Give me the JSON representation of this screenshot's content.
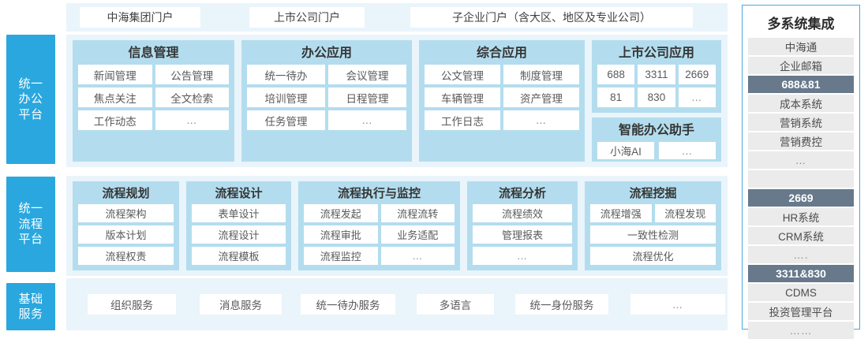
{
  "theme": {
    "accent_blue": "#2aa7de",
    "card_blue": "#b3ddee",
    "strip_blue": "#eaf4fb",
    "highlight_slate": "#67798b",
    "tile_white": "#ffffff",
    "row_gray": "#ebebeb"
  },
  "bands": {
    "office": {
      "label": "统一\n办公\n平台",
      "label_lines": [
        "统一",
        "办公",
        "平台"
      ],
      "portals": [
        "中海集团门户",
        "上市公司门户",
        "子企业门户（含大区、地区及专业公司）"
      ],
      "cards": [
        {
          "title": "信息管理",
          "tiles": [
            "新闻管理",
            "公告管理",
            "焦点关注",
            "全文检索",
            "工作动态",
            "…"
          ]
        },
        {
          "title": "办公应用",
          "tiles": [
            "统一待办",
            "会议管理",
            "培训管理",
            "日程管理",
            "任务管理",
            "…"
          ]
        },
        {
          "title": "综合应用",
          "tiles": [
            "公文管理",
            "制度管理",
            "车辆管理",
            "资产管理",
            "工作日志",
            "…"
          ]
        },
        {
          "title": "上市公司应用",
          "tiles": [
            "688",
            "3311",
            "2669",
            "81",
            "830",
            "…"
          ]
        },
        {
          "title": "智能办公助手",
          "tiles": [
            "小海AI",
            "…"
          ]
        }
      ]
    },
    "flow": {
      "label_lines": [
        "统一",
        "流程",
        "平台"
      ],
      "cards": [
        {
          "title": "流程规划",
          "tiles": [
            "流程架构",
            "版本计划",
            "流程权责"
          ]
        },
        {
          "title": "流程设计",
          "tiles": [
            "表单设计",
            "流程设计",
            "流程模板"
          ]
        },
        {
          "title": "流程执行与监控",
          "tiles": [
            "流程发起",
            "流程流转",
            "流程审批",
            "业务适配",
            "流程监控",
            "…"
          ]
        },
        {
          "title": "流程分析",
          "tiles": [
            "流程绩效",
            "管理报表",
            "…"
          ]
        },
        {
          "title": "流程挖掘",
          "tiles": [
            "流程增强",
            "流程发现",
            "一致性检测",
            "流程优化"
          ]
        }
      ]
    },
    "base": {
      "label_lines": [
        "基础",
        "服务"
      ],
      "services": [
        "组织服务",
        "消息服务",
        "统一待办服务",
        "多语言",
        "统一身份服务",
        "…"
      ]
    }
  },
  "integration": {
    "title": "多系统集成",
    "rows": [
      {
        "text": "中海通",
        "highlight": false
      },
      {
        "text": "企业邮箱",
        "highlight": false
      },
      {
        "text": "688&81",
        "highlight": true
      },
      {
        "text": "成本系统",
        "highlight": false
      },
      {
        "text": "营销系统",
        "highlight": false
      },
      {
        "text": "营销费控",
        "highlight": false
      },
      {
        "text": "…",
        "highlight": false
      },
      {
        "text": "",
        "highlight": false
      },
      {
        "text": "2669",
        "highlight": true
      },
      {
        "text": "HR系统",
        "highlight": false
      },
      {
        "text": "CRM系统",
        "highlight": false
      },
      {
        "text": "….",
        "highlight": false
      },
      {
        "text": "3311&830",
        "highlight": true
      },
      {
        "text": "CDMS",
        "highlight": false
      },
      {
        "text": "投资管理平台",
        "highlight": false
      },
      {
        "text": "……",
        "highlight": false
      }
    ]
  }
}
